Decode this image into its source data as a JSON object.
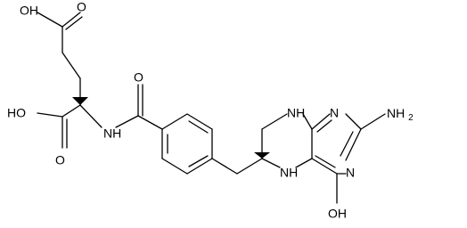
{
  "molecule": {
    "labels": {
      "top_carboxyl_O": "O",
      "top_carboxyl_OH": "OH",
      "alpha_carboxyl_HO": "HO",
      "alpha_carboxyl_O": "O",
      "amide_NH": "NH",
      "amide_O": "O",
      "ring_NH_top": "NH",
      "ring_N_top": "N",
      "amine_NH2": "NH",
      "amine_subscript": "2",
      "ring_N_right": "N",
      "ring_NH_bottom": "NH",
      "hydroxyl_OH": "OH"
    },
    "stereo_wedges": 2
  }
}
